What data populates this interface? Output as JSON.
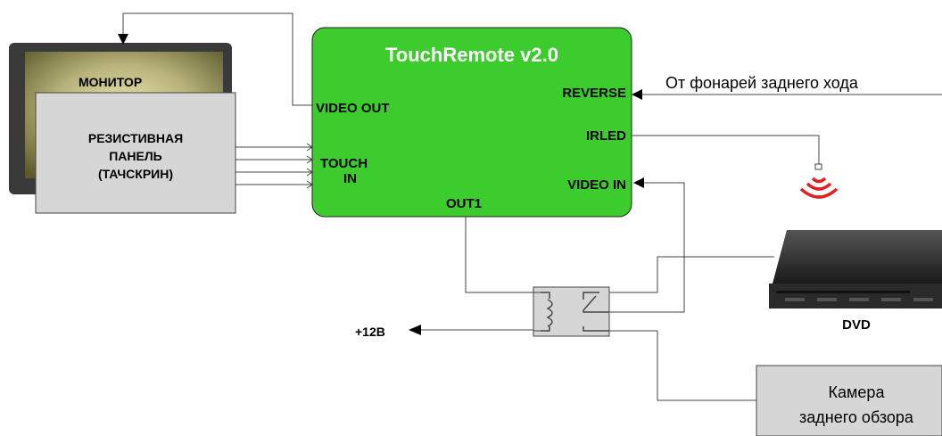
{
  "monitor": {
    "label": "МОНИТОР"
  },
  "panel": {
    "lines": [
      "РЕЗИСТИВНАЯ",
      "ПАНЕЛЬ",
      "(ТАЧСКРИН)"
    ]
  },
  "controller": {
    "title": "TouchRemote v2.0",
    "color": "#3dcc2e",
    "ports": {
      "video_out": "VIDEO OUT",
      "touch_in_1": "TOUCH",
      "touch_in_2": "IN",
      "out1": "OUT1",
      "reverse": "REVERSE",
      "irled": "IRLED",
      "video_in": "VIDEO IN"
    }
  },
  "reverse_source": "От фонарей заднего хода",
  "power": "+12В",
  "dvd": {
    "label": "DVD"
  },
  "camera": {
    "line1": "Камера",
    "line2": "заднего обзора"
  },
  "colors": {
    "ir_waves": "#e02020",
    "box_fill": "#d6d6d6"
  }
}
